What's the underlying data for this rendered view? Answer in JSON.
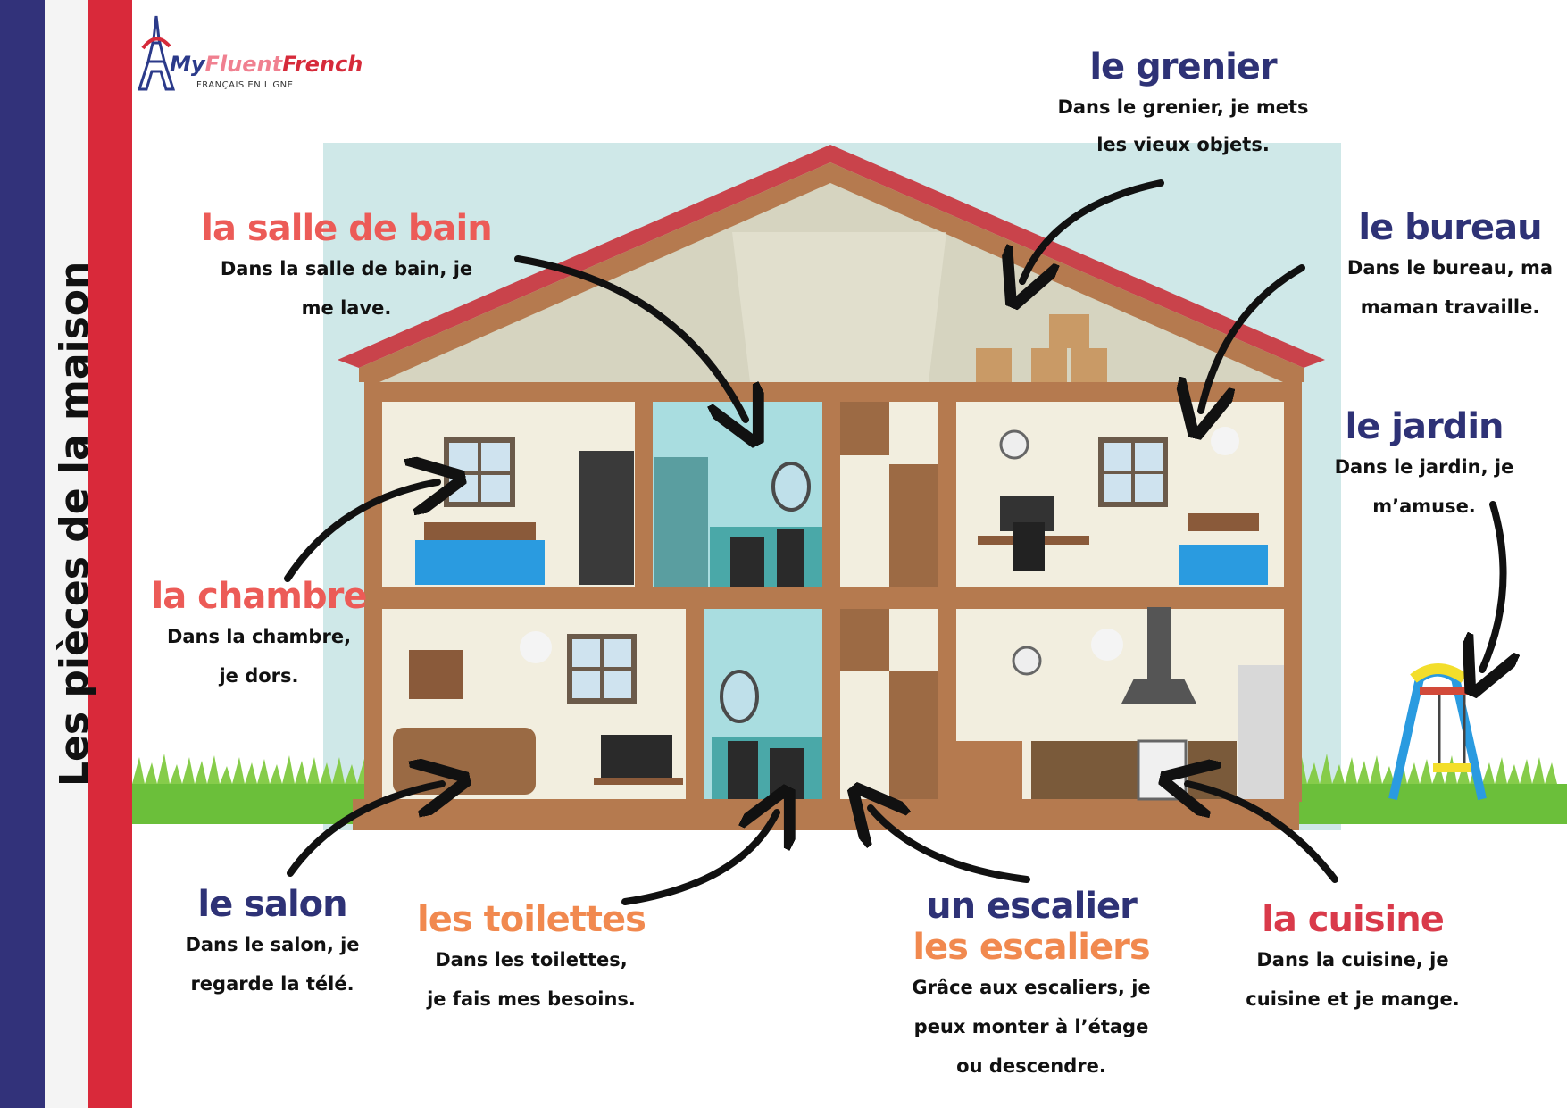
{
  "logo": {
    "my": "My",
    "fluent": "Fluent",
    "french": "French",
    "tagline": "FRANÇAIS EN LIGNE"
  },
  "side_title": "Les pièces de la maison",
  "rooms": {
    "grenier": {
      "title": "le grenier",
      "desc_1": "Dans le grenier, je mets",
      "desc_2": "les vieux objets."
    },
    "salle_de_bain": {
      "title": "la salle de bain",
      "desc_1": "Dans la salle de bain, je",
      "desc_2": "me lave."
    },
    "bureau": {
      "title": "le bureau",
      "desc_1": "Dans le bureau, ma",
      "desc_2": "maman travaille."
    },
    "jardin": {
      "title": "le jardin",
      "desc_1": "Dans le jardin, je",
      "desc_2": "m’amuse."
    },
    "chambre": {
      "title": "la chambre",
      "desc_1": "Dans la chambre,",
      "desc_2": "je dors."
    },
    "salon": {
      "title": "le salon",
      "desc_1": "Dans le salon, je",
      "desc_2": "regarde la télé."
    },
    "toilettes": {
      "title": "les toilettes",
      "desc_1": "Dans les toilettes,",
      "desc_2": "je fais mes besoins."
    },
    "escalier": {
      "title_1": "un escalier",
      "title_2": "les escaliers",
      "desc_1": "Grâce aux escaliers, je",
      "desc_2": "peux monter à l’étage",
      "desc_3": "ou descendre."
    },
    "cuisine": {
      "title": "la cuisine",
      "desc_1": "Dans la cuisine, je",
      "desc_2": "cuisine et je mange."
    }
  },
  "colors": {
    "navy": "#2e3276",
    "coral": "#ec5b57",
    "orange": "#f1894f",
    "flag_blue": "#32327a",
    "flag_red": "#d9293a"
  }
}
